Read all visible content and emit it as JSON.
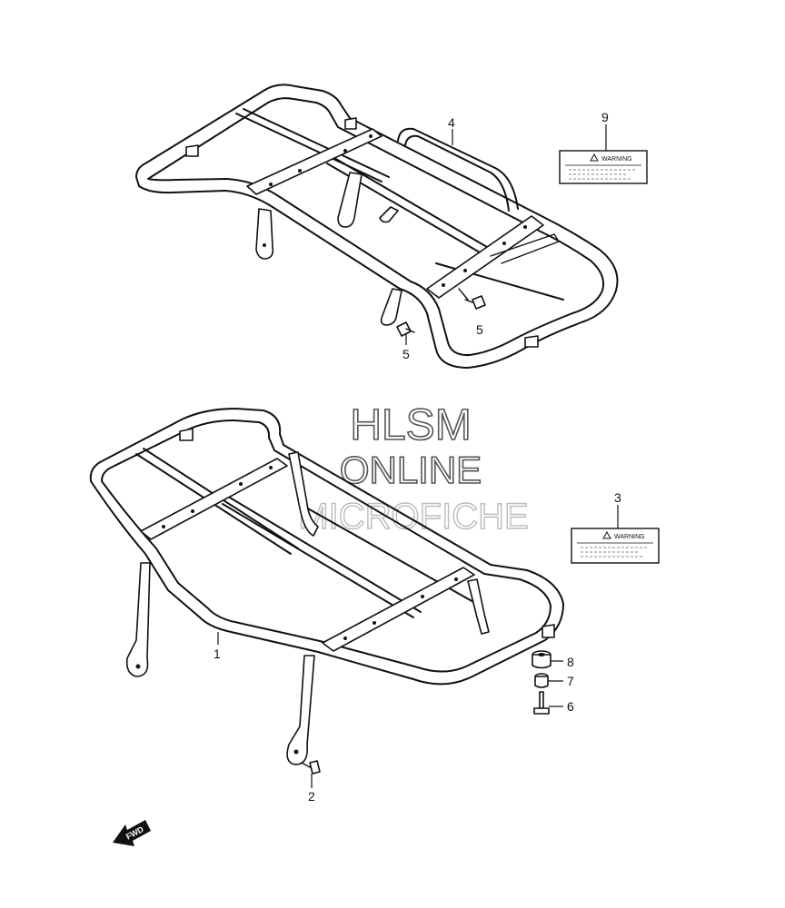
{
  "watermark": {
    "line1": "HLSM",
    "line2": "ONLINE",
    "line3": "MICROFICHE"
  },
  "callouts": {
    "p1": "1",
    "p2": "2",
    "p3": "3",
    "p4": "4",
    "p5a": "5",
    "p5b": "5",
    "p6": "6",
    "p7": "7",
    "p8": "8",
    "p9": "9"
  },
  "warning_label": {
    "title": "WARNING"
  },
  "direction": {
    "label": "FWD"
  }
}
